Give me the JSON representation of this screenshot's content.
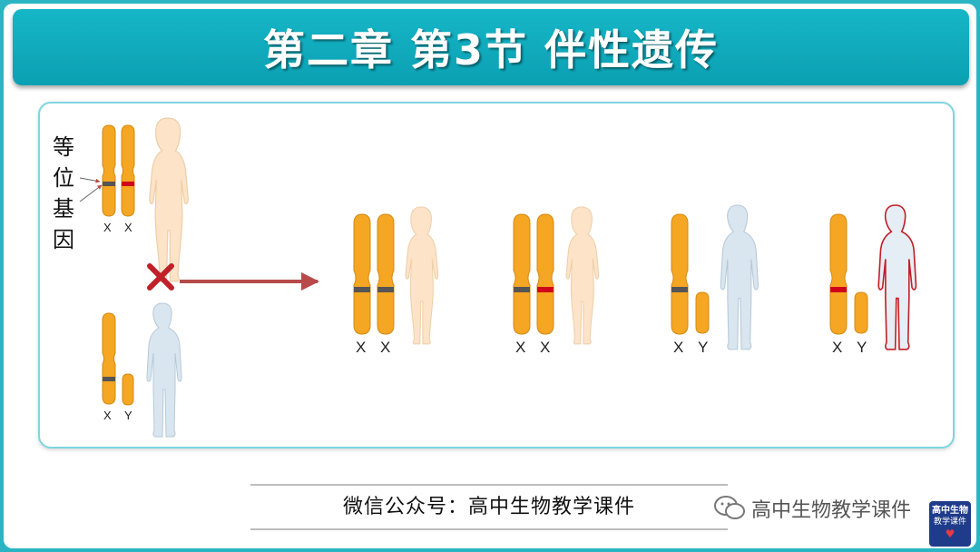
{
  "title": "第二章 第3节 伴性遗传",
  "side_label": [
    "等",
    "位",
    "基",
    "因"
  ],
  "parents": [
    {
      "labels": [
        "X",
        "X"
      ],
      "figure": "female"
    },
    {
      "labels": [
        "X",
        "Y"
      ],
      "figure": "male"
    }
  ],
  "offspring": [
    {
      "labels": [
        "X",
        "X"
      ],
      "figure": "female"
    },
    {
      "labels": [
        "X",
        "X"
      ],
      "figure": "female"
    },
    {
      "labels": [
        "X",
        "Y"
      ],
      "figure": "male"
    },
    {
      "labels": [
        "X",
        "Y"
      ],
      "figure": "male-affected"
    }
  ],
  "footer_text": "微信公众号：高中生物教学课件",
  "watermark_text": "高中生物教学课件",
  "logo": {
    "line1": "高中生物",
    "line2": "教学课件"
  },
  "colors": {
    "teal": "#0aa0b2",
    "chromosome": "#f5a623",
    "allele_normal": "#555555",
    "allele_mutant": "#d0021b",
    "female_fill": "#fde3c8",
    "male_fill": "#d9e6f0",
    "affected_outline": "#c0202a",
    "arrow": "#b84a4a"
  }
}
